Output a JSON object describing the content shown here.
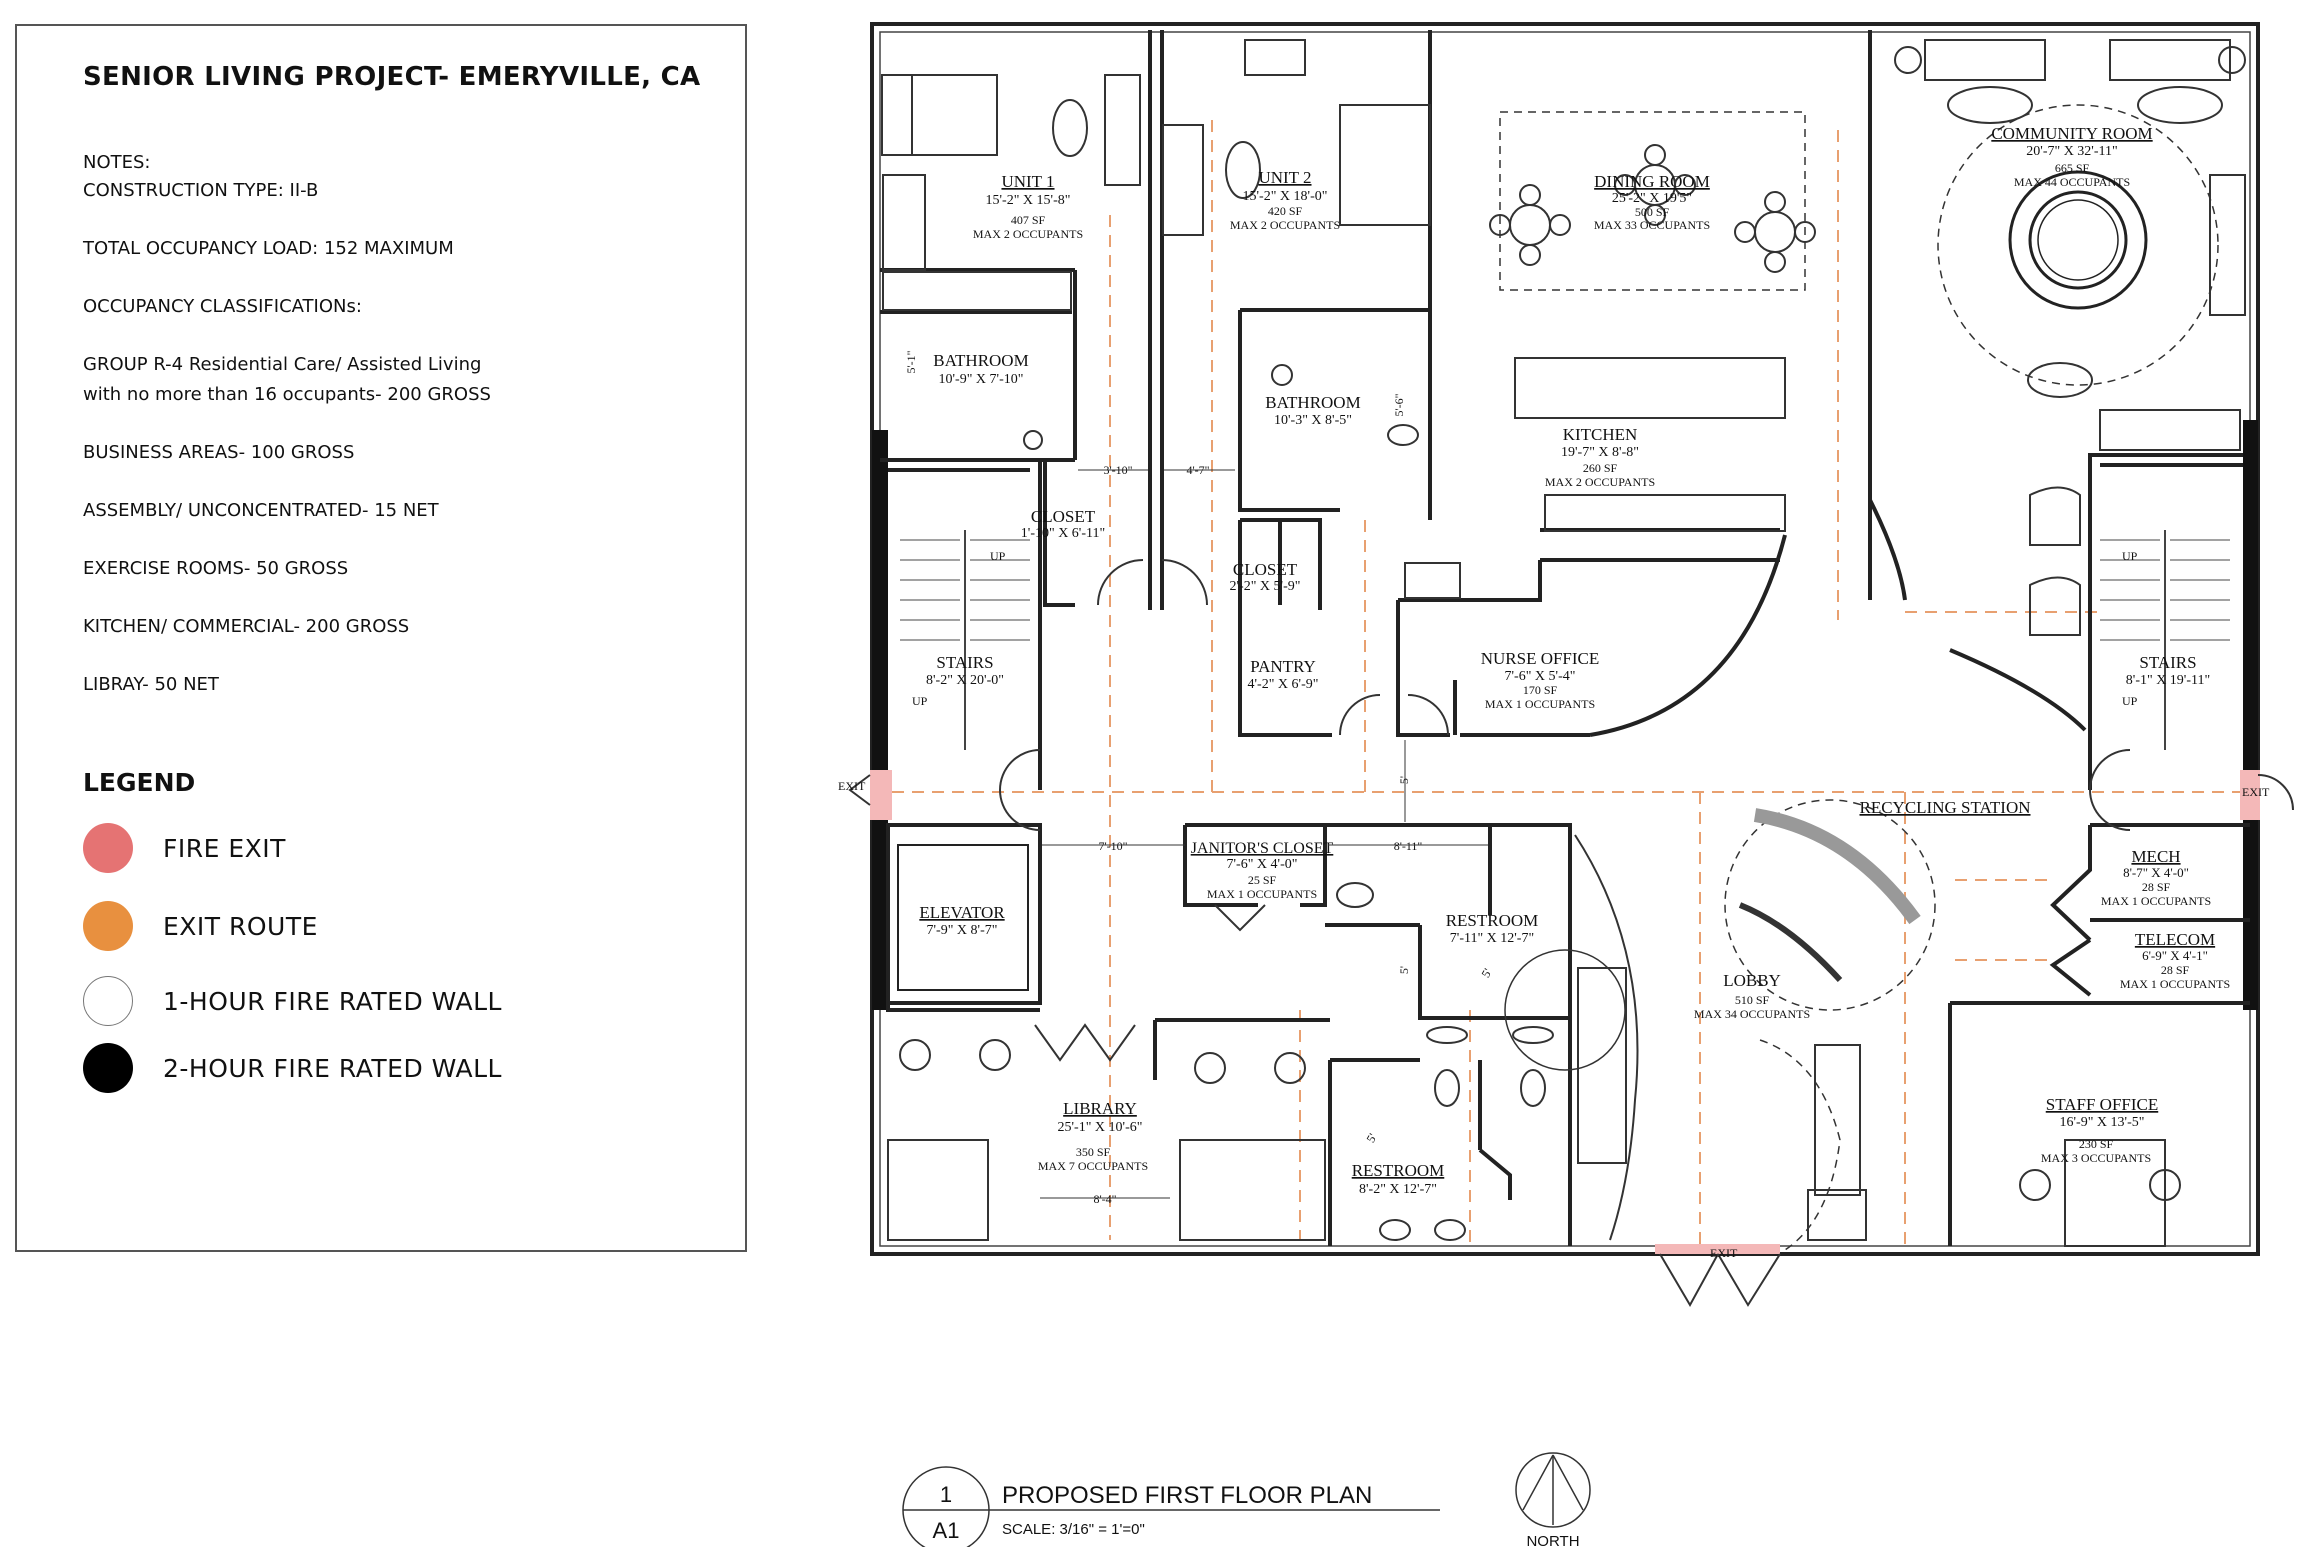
{
  "project_title": "SENIOR LIVING PROJECT- EMERYVILLE, CA",
  "notes": [
    "NOTES:",
    "CONSTRUCTION TYPE: II-B",
    "TOTAL OCCUPANCY LOAD: 152 MAXIMUM",
    "OCCUPANCY CLASSIFICATIONs:",
    "GROUP R-4 Residential Care/ Assisted Living",
    "with no more than 16 occupants- 200 GROSS",
    "BUSINESS AREAS- 100 GROSS",
    "ASSEMBLY/ UNCONCENTRATED- 15 NET",
    "EXERCISE ROOMS- 50 GROSS",
    "KITCHEN/ COMMERCIAL- 200 GROSS",
    "LIBRAY- 50 NET"
  ],
  "legend": {
    "title": "LEGEND",
    "items": [
      {
        "label": "FIRE EXIT",
        "color": "#e57373"
      },
      {
        "label": "EXIT ROUTE",
        "color": "#e8903f"
      },
      {
        "label": "1-HOUR FIRE RATED WALL",
        "color": "#ffffff"
      },
      {
        "label": "2-HOUR FIRE RATED WALL",
        "color": "#000000"
      }
    ]
  },
  "rooms": {
    "unit1": [
      "UNIT 1",
      "15'-2\" X 15'-8\"",
      "407 SF",
      "MAX 2 OCCUPANTS"
    ],
    "unit2": [
      "UNIT 2",
      "15'-2\" X 18'-0\"",
      "420 SF",
      "MAX 2 OCCUPANTS"
    ],
    "dining": [
      "DINING ROOM",
      "25'-2\" X 19'5\"",
      "500 SF",
      "MAX 33 OCCUPANTS"
    ],
    "community": [
      "COMMUNITY ROOM",
      "20'-7\" X 32'-11\"",
      "665 SF",
      "MAX 44 OCCUPANTS"
    ],
    "bath1": [
      "BATHROOM",
      "10'-9\" X 7'-10\""
    ],
    "bath2": [
      "BATHROOM",
      "10'-3\" X 8'-5\""
    ],
    "kitchen": [
      "KITCHEN",
      "19'-7\" X 8'-8\"",
      "260 SF",
      "MAX 2 OCCUPANTS"
    ],
    "closet1": [
      "CLOSET",
      "1'-10\" X 6'-11\""
    ],
    "closet2": [
      "CLOSET",
      "2'-2\" X 5'-9\""
    ],
    "pantry": [
      "PANTRY",
      "4'-2\" X 6'-9\""
    ],
    "nurse": [
      "NURSE OFFICE",
      "7'-6\" X 5'-4\"",
      "170 SF",
      "MAX 1 OCCUPANTS"
    ],
    "stairs_left": [
      "STAIRS",
      "8'-2\" X 20'-0\""
    ],
    "stairs_right": [
      "STAIRS",
      "8'-1\" X 19'-11\""
    ],
    "recycling": [
      "RECYCLING STATION"
    ],
    "elevator": [
      "ELEVATOR",
      "7'-9\" X 8'-7\""
    ],
    "janitor": [
      "JANITOR'S CLOSET",
      "7'-6\" X 4'-0\"",
      "25 SF",
      "MAX 1 OCCUPANTS"
    ],
    "restroom1": [
      "RESTROOM",
      "7'-11\" X 12'-7\""
    ],
    "lobby": [
      "LOBBY",
      "510 SF",
      "MAX 34 OCCUPANTS"
    ],
    "mech": [
      "MECH",
      "8'-7\" X 4'-0\"",
      "28 SF",
      "MAX 1 OCCUPANTS"
    ],
    "telecom": [
      "TELECOM",
      "6'-9\" X 4'-1\"",
      "28 SF",
      "MAX 1 OCCUPANTS"
    ],
    "library": [
      "LIBRARY",
      "25'-1\" X 10'-6\"",
      "350 SF",
      "MAX 7 OCCUPANTS"
    ],
    "restroom2": [
      "RESTROOM",
      "8'-2\" X 12'-7\""
    ],
    "staff": [
      "STAFF OFFICE",
      "16'-9\" X 13'-5\"",
      "230 SF",
      "MAX 3 OCCUPANTS"
    ]
  },
  "dimensions": [
    "5'-1\"",
    "3'-10\"",
    "4'-7\"",
    "5'-6\"",
    "7'-10\"",
    "8'-11\"",
    "5'",
    "5'",
    "5'",
    "5'",
    "8'-4\""
  ],
  "stair_marks": [
    "UP",
    "UP",
    "UP",
    "UP"
  ],
  "exit_labels": [
    "EXIT",
    "EXIT",
    "EXIT"
  ],
  "title_block": {
    "sheet_number": "1",
    "sheet_id": "A1",
    "drawing_title": "PROPOSED FIRST FLOOR PLAN",
    "scale": "SCALE: 3/16\" = 1'=0\"",
    "north_label": "NORTH"
  }
}
